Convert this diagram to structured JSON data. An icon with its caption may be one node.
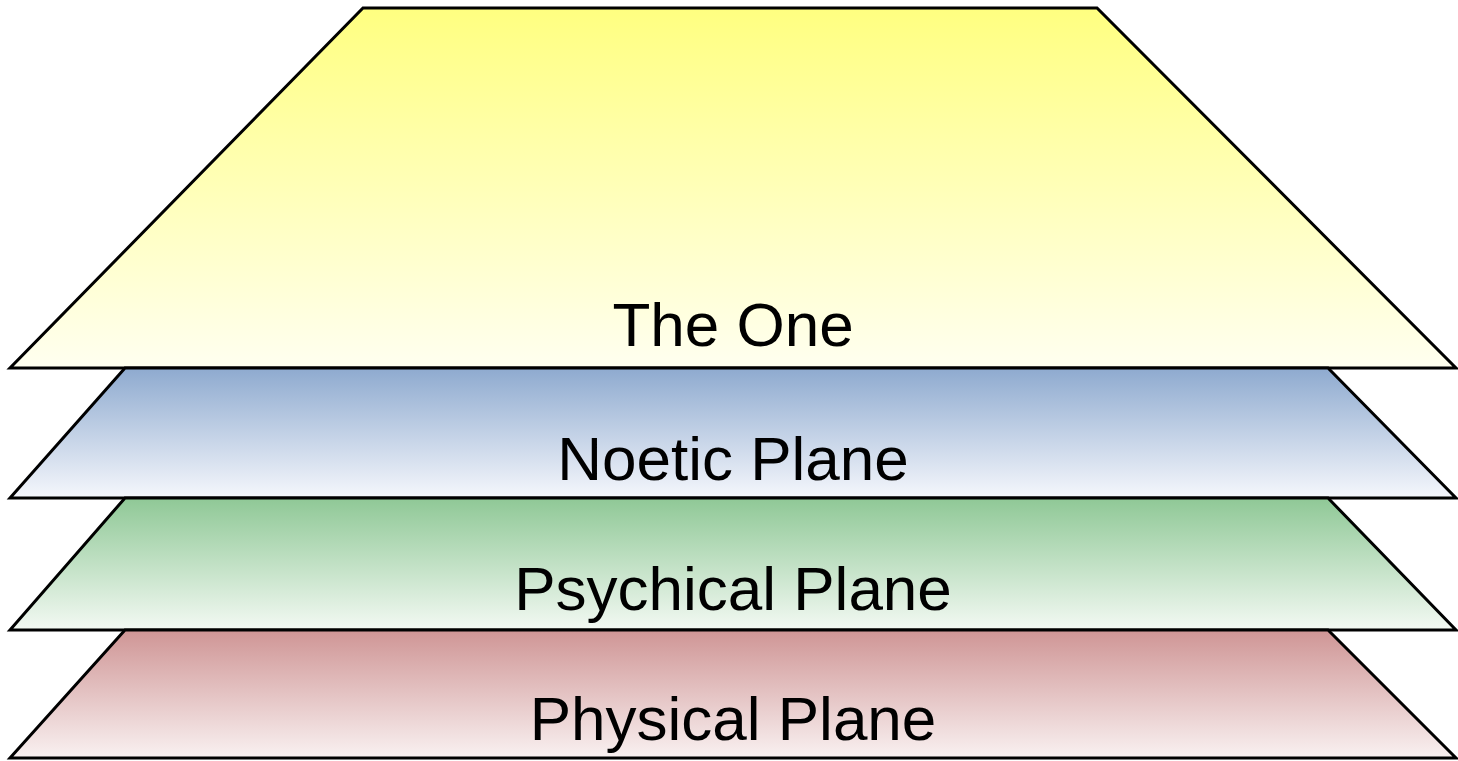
{
  "diagram": {
    "nodes": [
      {
        "text": [
          "The One"
        ]
      },
      {
        "text": [
          "Noetic Plane"
        ]
      },
      {
        "text": [
          "Psychical Plane"
        ]
      },
      {
        "text": [
          "Physical Plane"
        ]
      }
    ]
  }
}
